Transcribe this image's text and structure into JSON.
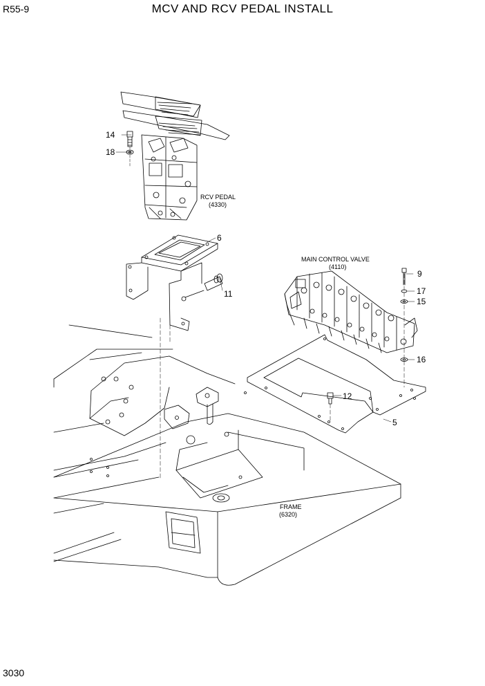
{
  "header": {
    "model": "R55-9",
    "title": "MCV AND RCV PEDAL INSTALL"
  },
  "footer": {
    "page_number": "3030"
  },
  "labels": {
    "rcv_pedal": "RCV PEDAL",
    "rcv_pedal_code": "(4330)",
    "main_control_valve": "MAIN CONTROL VALVE",
    "main_control_valve_code": "(4110)",
    "frame": "FRAME",
    "frame_code": "(6320)"
  },
  "callouts": [
    "14",
    "18",
    "6",
    "11",
    "9",
    "17",
    "15",
    "16",
    "12",
    "5"
  ]
}
